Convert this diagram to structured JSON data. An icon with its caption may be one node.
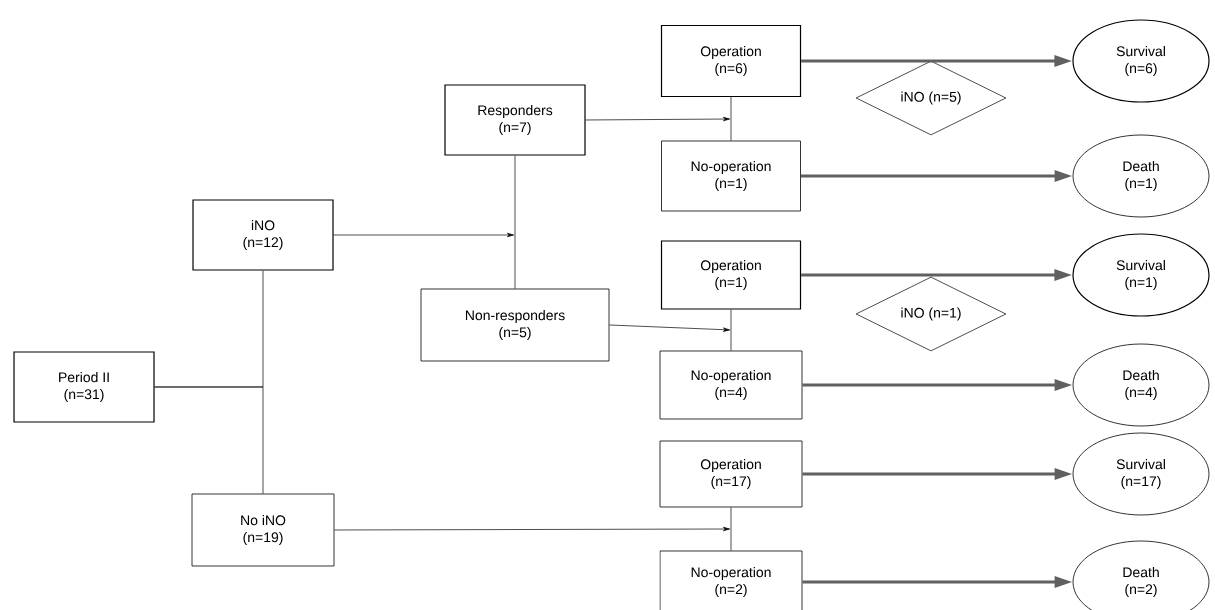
{
  "diagram": {
    "nodes": [
      {
        "text": [
          "Period II",
          "(n=31)"
        ]
      },
      {
        "text": [
          "iNO",
          "(n=12)"
        ]
      },
      {
        "text": [
          "No iNO",
          "(n=19)"
        ]
      },
      {
        "text": [
          "Responders",
          "(n=7)"
        ]
      },
      {
        "text": [
          "Non-responders",
          "(n=5)"
        ]
      },
      {
        "text": [
          "Operation",
          "(n=6)"
        ]
      },
      {
        "text": [
          "No-operation",
          "(n=1)"
        ]
      },
      {
        "text": [
          "Operation",
          "(n=1)"
        ]
      },
      {
        "text": [
          "No-operation",
          "(n=4)"
        ]
      },
      {
        "text": [
          "Operation",
          "(n=17)"
        ]
      },
      {
        "text": [
          "No-operation",
          "(n=2)"
        ]
      },
      {
        "text": [
          "iNO (n=5)"
        ]
      },
      {
        "text": [
          "iNO (n=1)"
        ]
      },
      {
        "text": [
          "Survival",
          "(n=6)"
        ]
      },
      {
        "text": [
          "Death",
          "(n=1)"
        ]
      },
      {
        "text": [
          "Survival",
          "(n=1)"
        ]
      },
      {
        "text": [
          "Death",
          "(n=4)"
        ]
      },
      {
        "text": [
          "Survival",
          "(n=17)"
        ]
      },
      {
        "text": [
          "Death",
          "(n=2)"
        ]
      }
    ],
    "edges": [
      {
        "from": 0,
        "to": 1,
        "arrow": "none"
      },
      {
        "from": 0,
        "to": 2,
        "arrow": "none"
      },
      {
        "from": 1,
        "to": null,
        "arrow": "to"
      },
      {
        "from": 3,
        "to": 4,
        "arrow": "none"
      },
      {
        "from": 3,
        "to": null,
        "arrow": "to"
      },
      {
        "from": 5,
        "to": 6,
        "arrow": "none"
      },
      {
        "from": 4,
        "to": null,
        "arrow": "to"
      },
      {
        "from": 7,
        "to": 8,
        "arrow": "none"
      },
      {
        "from": 2,
        "to": null,
        "arrow": "to"
      },
      {
        "from": 9,
        "to": 10,
        "arrow": "none"
      },
      {
        "from": 5,
        "to": 13,
        "arrow": "to",
        "style": "thick",
        "color": "#606060"
      },
      {
        "from": 6,
        "to": 14,
        "arrow": "to",
        "style": "thick",
        "color": "#606060"
      },
      {
        "from": 7,
        "to": 15,
        "arrow": "to",
        "style": "thick",
        "color": "#606060"
      },
      {
        "from": 8,
        "to": 16,
        "arrow": "to",
        "style": "thick",
        "color": "#606060"
      },
      {
        "from": 9,
        "to": 17,
        "arrow": "to",
        "style": "thick",
        "color": "#606060"
      },
      {
        "from": 10,
        "to": 18,
        "arrow": "to",
        "style": "thick",
        "color": "#606060"
      }
    ]
  }
}
